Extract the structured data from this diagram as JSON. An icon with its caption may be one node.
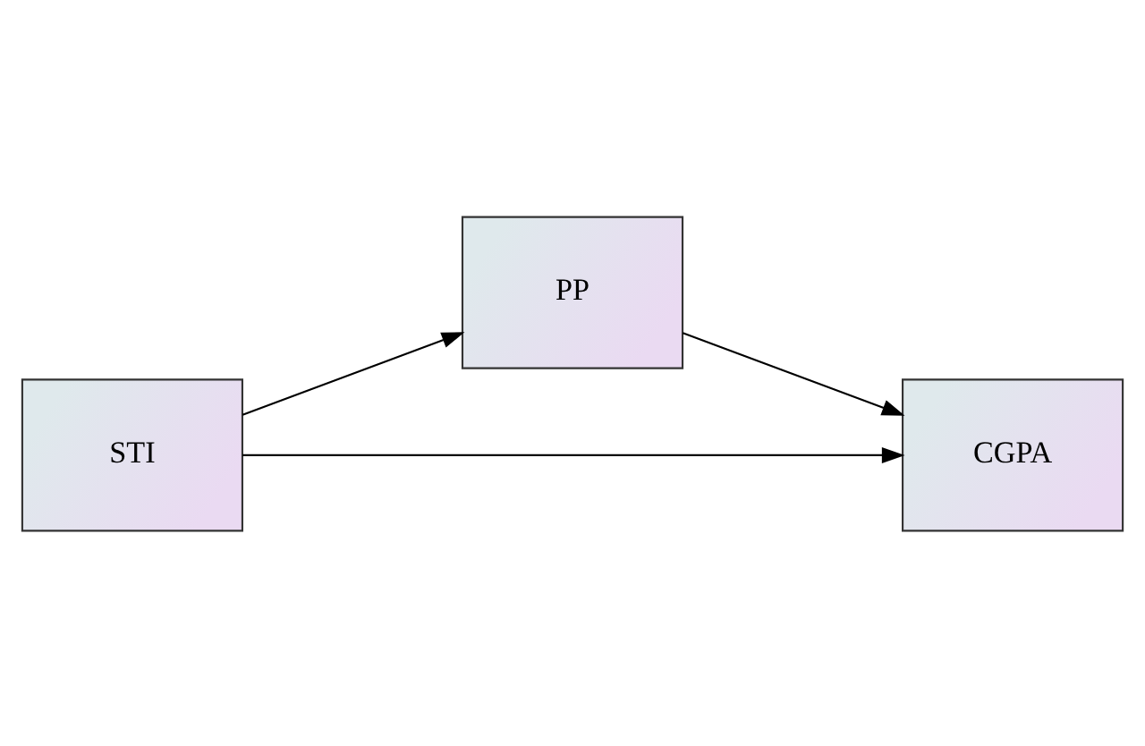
{
  "diagram": {
    "nodes": [
      {
        "text": [
          "PP"
        ]
      },
      {
        "text": [
          "STI"
        ]
      },
      {
        "text": [
          "CGPA"
        ]
      }
    ],
    "edges": [
      {
        "from": 1,
        "to": 0,
        "arrow": "to"
      },
      {
        "from": 0,
        "to": 2,
        "arrow": "to"
      },
      {
        "from": 1,
        "to": 2,
        "arrow": "to"
      }
    ]
  }
}
